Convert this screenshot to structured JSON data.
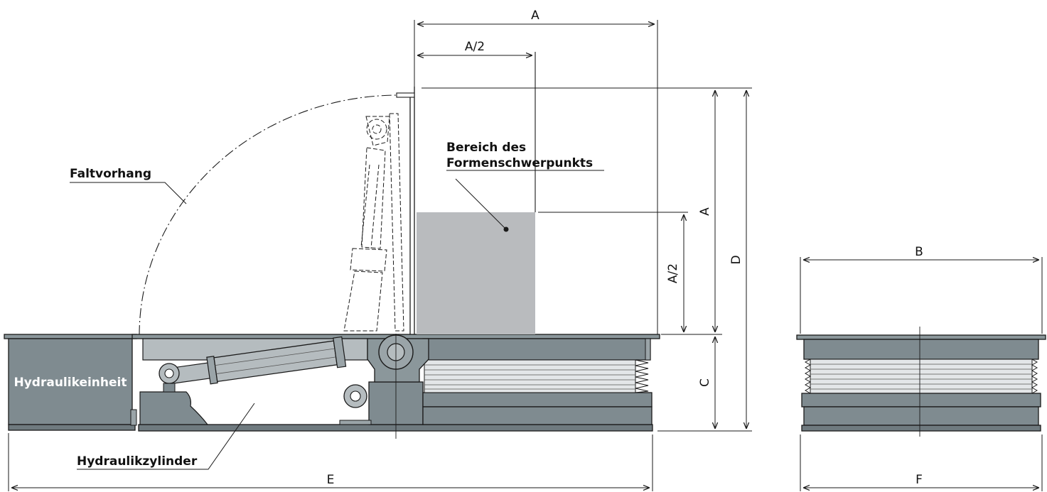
{
  "labels": {
    "faltvorhang": "Faltvorhang",
    "bereich_line1": "Bereich des",
    "bereich_line2": "Formenschwerpunkts",
    "hydraulikeinheit": "Hydraulikeinheit",
    "hydraulikzylinder": "Hydraulikzylinder"
  },
  "dimensions": {
    "a_top": "A",
    "a_half_top": "A/2",
    "a_right": "A",
    "a_half_right": "A/2",
    "d": "D",
    "c": "C",
    "e": "E",
    "b": "B",
    "f": "F"
  },
  "colors": {
    "steel_dark": "#7f8b90",
    "steel_light": "#b5bcbf",
    "mold_area": "#b9bbbe",
    "bellows": "#e3e6e8",
    "line": "#1a1a1a"
  }
}
